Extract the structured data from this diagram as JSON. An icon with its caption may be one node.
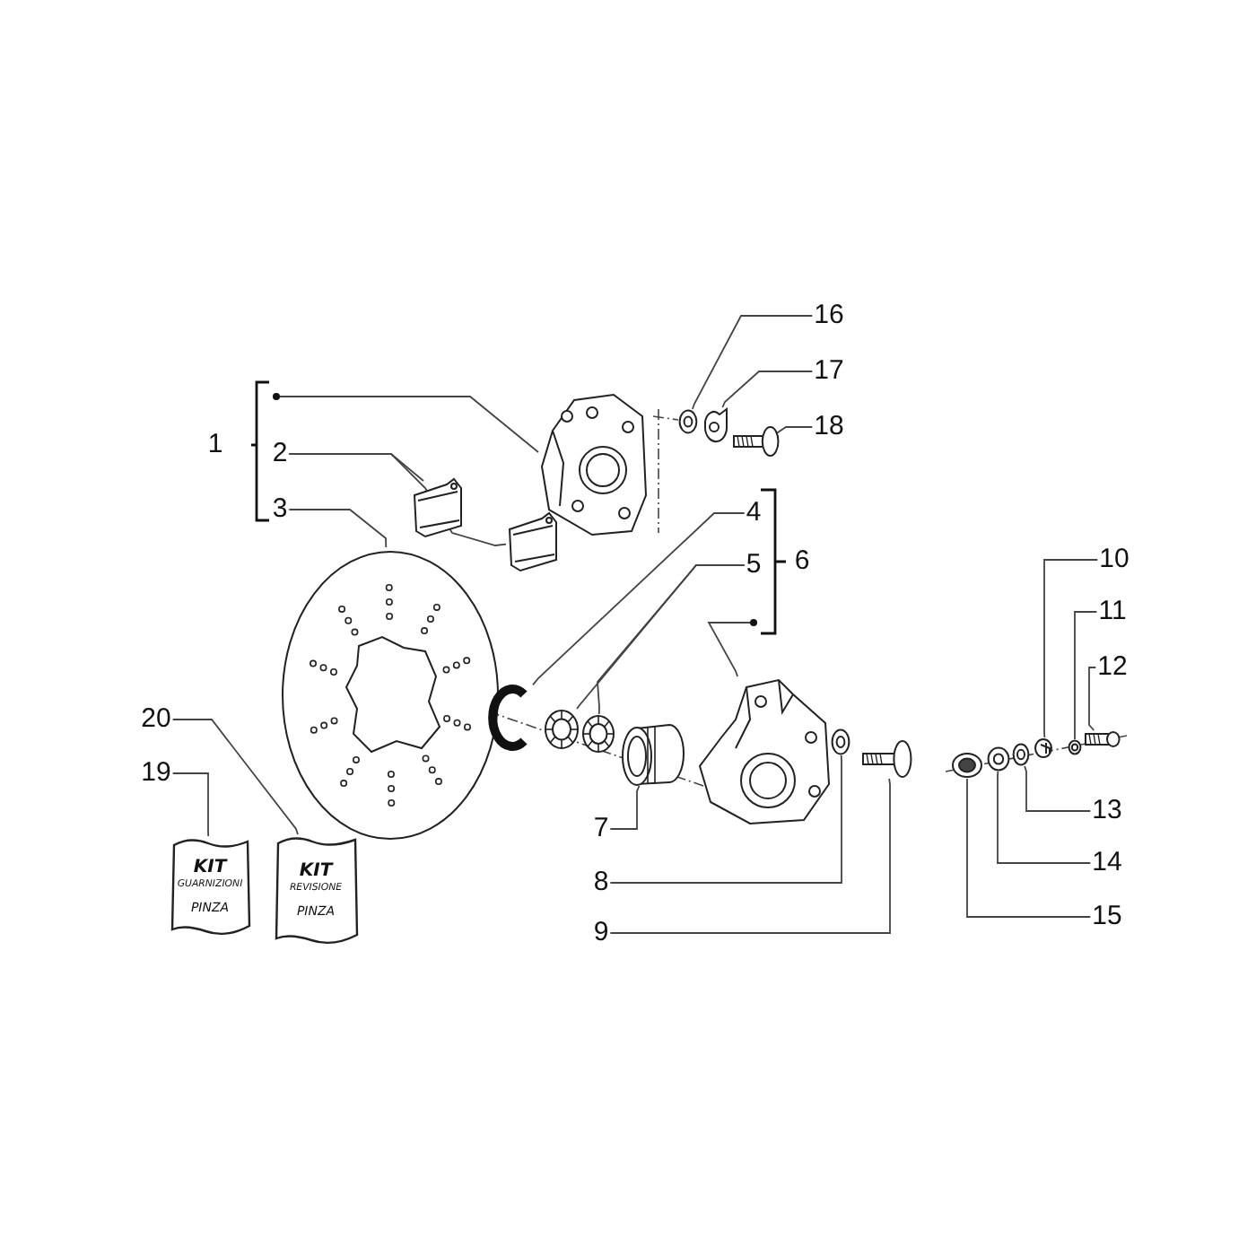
{
  "diagram": {
    "nodes": [
      {
        "text": [
          "1"
        ]
      },
      {
        "text": [
          "2"
        ]
      },
      {
        "text": [
          "3"
        ]
      },
      {
        "text": [
          "4"
        ]
      },
      {
        "text": [
          "5"
        ]
      },
      {
        "text": [
          "6"
        ]
      },
      {
        "text": [
          "7"
        ]
      },
      {
        "text": [
          "8"
        ]
      },
      {
        "text": [
          "9"
        ]
      },
      {
        "text": [
          "10"
        ]
      },
      {
        "text": [
          "11"
        ]
      },
      {
        "text": [
          "12"
        ]
      },
      {
        "text": [
          "13"
        ]
      },
      {
        "text": [
          "14"
        ]
      },
      {
        "text": [
          "15"
        ]
      },
      {
        "text": [
          "16"
        ]
      },
      {
        "text": [
          "17"
        ]
      },
      {
        "text": [
          "18"
        ]
      },
      {
        "text": [
          "19"
        ]
      },
      {
        "text": [
          "20"
        ]
      },
      {
        "text": [],
        "shape": "picture"
      },
      {
        "text": [],
        "shape": "picture"
      },
      {
        "text": [],
        "shape": "picture"
      },
      {
        "text": [],
        "shape": "picture"
      },
      {
        "text": [],
        "shape": "picture"
      },
      {
        "text": [],
        "shape": "picture"
      },
      {
        "text": [],
        "shape": "picture"
      },
      {
        "text": [],
        "shape": "picture"
      },
      {
        "text": [],
        "shape": "picture"
      },
      {
        "text": [],
        "shape": "picture"
      },
      {
        "text": [],
        "shape": "picture"
      },
      {
        "text": [],
        "shape": "picture"
      },
      {
        "text": [],
        "shape": "picture"
      },
      {
        "text": [],
        "shape": "picture"
      },
      {
        "text": [],
        "shape": "picture"
      },
      {
        "text": [],
        "shape": "picture"
      },
      {
        "text": [],
        "shape": "picture"
      },
      {
        "text": [],
        "shape": "picture"
      },
      {
        "text": [],
        "shape": "picture"
      },
      {
        "text": [],
        "shape": "picture"
      },
      {
        "text": [
          "KIT",
          "GUARNIZIONI",
          "PINZA"
        ]
      },
      {
        "text": [
          "KIT",
          "REVISIONE",
          "PINZA"
        ]
      },
      {
        "text": [],
        "shape": "circle"
      },
      {
        "text": [],
        "shape": "circle"
      }
    ],
    "edges": [
      {
        "from": 42,
        "to": 20,
        "arrow": "none"
      },
      {
        "from": 1,
        "to": 21,
        "arrow": "none"
      },
      {
        "from": 1,
        "to": 22,
        "arrow": "none"
      },
      {
        "from": 2,
        "to": 23,
        "arrow": "none"
      },
      {
        "from": 3,
        "to": 24,
        "arrow": "none"
      },
      {
        "from": 4,
        "to": 25,
        "arrow": "none"
      },
      {
        "from": 4,
        "to": 26,
        "arrow": "none"
      },
      {
        "from": 43,
        "to": 28,
        "arrow": "none"
      },
      {
        "from": 6,
        "to": 27,
        "arrow": "none"
      },
      {
        "from": 7,
        "to": 29,
        "arrow": "none"
      },
      {
        "from": 8,
        "to": 30,
        "arrow": "none"
      },
      {
        "from": 9,
        "to": 34,
        "arrow": "none"
      },
      {
        "from": 10,
        "to": 35,
        "arrow": "none"
      },
      {
        "from": 11,
        "to": 36,
        "arrow": "none"
      },
      {
        "from": 12,
        "to": 33,
        "arrow": "none"
      },
      {
        "from": 13,
        "to": 32,
        "arrow": "none"
      },
      {
        "from": 14,
        "to": 31,
        "arrow": "none"
      },
      {
        "from": 15,
        "to": 37,
        "arrow": "none"
      },
      {
        "from": 16,
        "to": 38,
        "arrow": "none"
      },
      {
        "from": 17,
        "to": 39,
        "arrow": "none"
      },
      {
        "from": 18,
        "to": 40,
        "arrow": "none"
      },
      {
        "from": 19,
        "to": 41,
        "arrow": "none"
      }
    ]
  }
}
